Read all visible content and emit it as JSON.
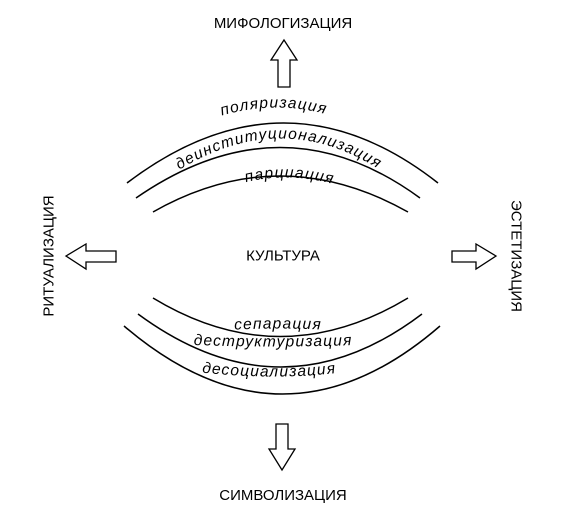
{
  "directions": {
    "top": "МИФОЛОГИЗАЦИЯ",
    "bottom": "СИМВОЛИЗАЦИЯ",
    "left": "РИТУАЛИЗАЦИЯ",
    "right": "ЭСТЕТИЗАЦИЯ"
  },
  "center_label": "КУЛЬТУРА",
  "upper_arcs": [
    "поляризация",
    "деинституционализация",
    "парциация"
  ],
  "lower_arcs": [
    "сепарация",
    "деструктуризация",
    "десоциализация"
  ]
}
